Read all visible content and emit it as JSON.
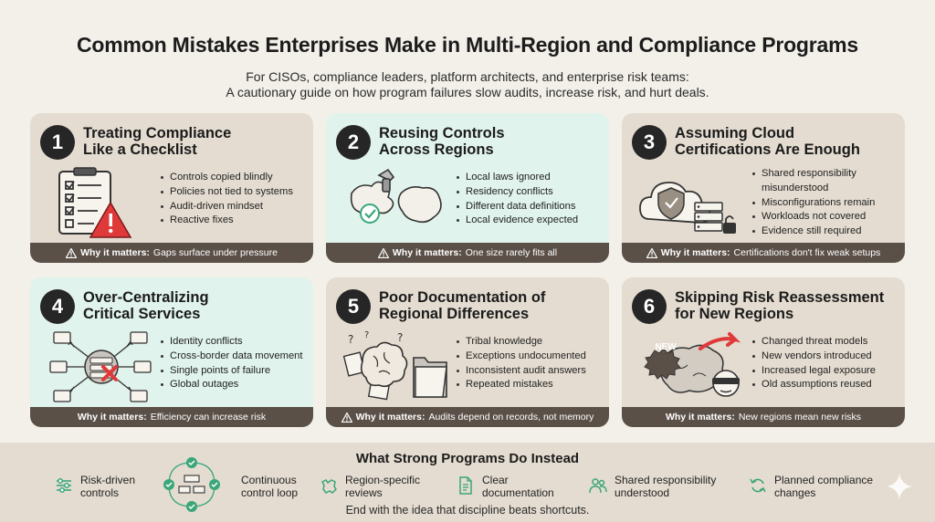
{
  "title": "Common Mistakes Enterprises Make in Multi-Region and Compliance Programs",
  "subtitle_line1": "For CISOs, compliance leaders, platform architects, and enterprise risk teams:",
  "subtitle_line2": "A cautionary guide on how program failures slow audits, increase risk, and hurt deals.",
  "why_label": "Why it matters:",
  "cards": [
    {
      "number": "1",
      "title_line1": "Treating Compliance",
      "title_line2": "Like a Checklist",
      "bullets": [
        "Controls copied blindly",
        "Policies not tied to systems",
        "Audit-driven mindset",
        "Reactive fixes"
      ],
      "why": "Gaps surface under pressure",
      "icon": "checklist-warning-icon"
    },
    {
      "number": "2",
      "title_line1": "Reusing Controls",
      "title_line2": "Across Regions",
      "bullets": [
        "Local laws ignored",
        "Residency conflicts",
        "Different data definitions",
        "Local evidence expected"
      ],
      "why": "One size rarely fits all",
      "icon": "regions-map-icon"
    },
    {
      "number": "3",
      "title_line1": "Assuming Cloud",
      "title_line2": "Certifications Are Enough",
      "bullets": [
        "Shared responsibility",
        "misunderstood",
        "Misconfigurations remain",
        "Workloads not covered",
        "Evidence still required"
      ],
      "why": "Certifications don't fix weak setups",
      "icon": "cloud-shield-icon"
    },
    {
      "number": "4",
      "title_line1": "Over-Centralizing",
      "title_line2": "Critical Services",
      "bullets": [
        "Identity conflicts",
        "Cross-border data movement",
        "Single points of failure",
        "Global outages"
      ],
      "why": "Efficiency can increase risk",
      "icon": "central-server-failure-icon"
    },
    {
      "number": "5",
      "title_line1": "Poor Documentation of",
      "title_line2": "Regional Differences",
      "bullets": [
        "Tribal knowledge",
        "Exceptions undocumented",
        "Inconsistent audit answers",
        "Repeated mistakes"
      ],
      "why": "Audits depend on records, not memory",
      "icon": "brain-folder-icon"
    },
    {
      "number": "6",
      "title_line1": "Skipping Risk Reassessment",
      "title_line2": "for New Regions",
      "bullets": [
        "Changed threat models",
        "New vendors introduced",
        "Increased legal exposure",
        "Old assumptions reused"
      ],
      "why": "New regions mean new risks",
      "icon": "blindfold-map-icon",
      "badge": "NEW"
    }
  ],
  "bottom": {
    "title": "What Strong Programs Do Instead",
    "items": [
      {
        "line1": "Risk-driven",
        "line2": "controls"
      },
      {
        "line1": "Continuous",
        "line2": "control loop"
      },
      {
        "line1": "Region-specific",
        "line2": "reviews"
      },
      {
        "line1": "Clear",
        "line2": "documentation"
      },
      {
        "line1": "Shared responsibility",
        "line2": "understood"
      },
      {
        "line1": "Planned compliance",
        "line2": "changes"
      }
    ],
    "closing": "End with the idea that discipline beats shortcuts."
  },
  "colors": {
    "card_tan": "#e4dcd0",
    "card_mint": "#e0f3ec",
    "footer_bar": "#5b5048",
    "accent_green": "#3aa67a",
    "warning_red": "#e0393a"
  }
}
